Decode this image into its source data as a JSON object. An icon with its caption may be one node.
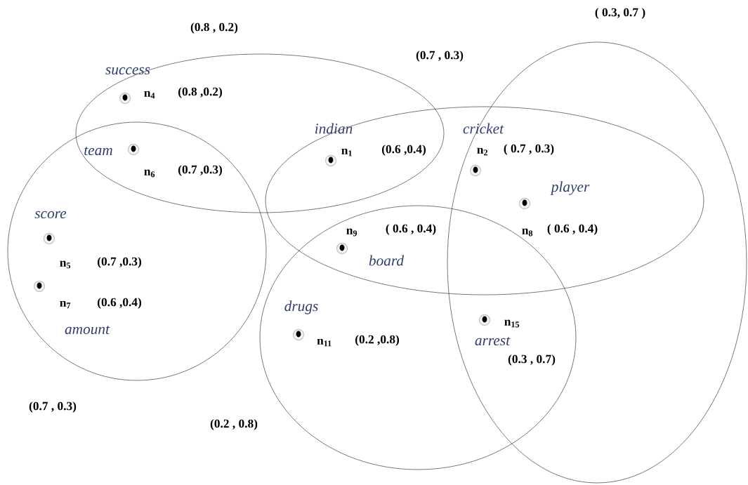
{
  "diagram": {
    "nodes": [
      {
        "text": [],
        "shape": "ellipse"
      },
      {
        "text": [],
        "shape": "ellipse"
      },
      {
        "text": [],
        "shape": "circle"
      },
      {
        "text": [],
        "shape": "ellipse"
      },
      {
        "text": [],
        "shape": "ellipse"
      },
      {
        "text": [],
        "shape": "dot",
        "in": 0
      },
      {
        "text": [],
        "shape": "dot"
      },
      {
        "text": [],
        "shape": "dot"
      },
      {
        "text": [],
        "shape": "dot"
      },
      {
        "text": [],
        "shape": "dot"
      },
      {
        "text": [],
        "shape": "dot",
        "in": 2
      },
      {
        "text": [],
        "shape": "dot",
        "in": 2
      },
      {
        "text": [],
        "shape": "dot"
      },
      {
        "text": [],
        "shape": "dot",
        "in": 4
      },
      {
        "text": [],
        "shape": "dot"
      }
    ],
    "labels": [
      "( 0.3, 0.7 )",
      "(0.8 , 0.2)",
      "(0.7 , 0.3)",
      "success",
      "n$_{4}$",
      "(0.8 ,0.2)",
      "indian",
      "cricket",
      "team",
      "n$_{1}$",
      "(0.6 ,0.4)",
      "n$_{2}$",
      "( 0.7 , 0.3)",
      "n$_{6}$",
      "(0.7 ,0.3)",
      "player",
      "score",
      "n$_{9}$",
      "( 0.6 , 0.4)",
      "n$_{8}$",
      "( 0.6 , 0.4)",
      "n$_{5}$",
      "(0.7 ,0.3)",
      "board",
      "n$_{7}$",
      "(0.6 ,0.4)",
      "drugs",
      "n$_{15}$",
      "amount",
      "n$_{11}$",
      "(0.2 ,0.8)",
      "arrest",
      "(0.3 , 0.7)",
      "(0.7 , 0.3)",
      "(0.2 , 0.8)"
    ]
  }
}
